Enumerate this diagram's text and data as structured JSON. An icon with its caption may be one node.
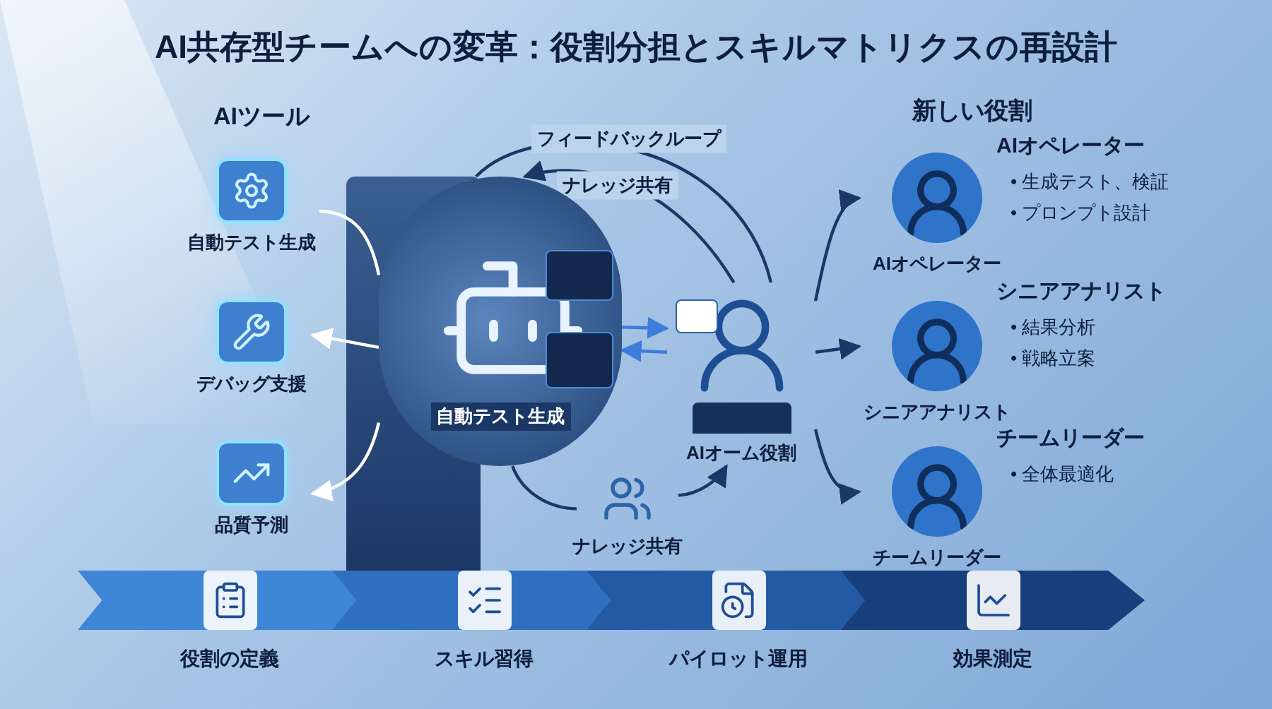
{
  "diagram": {
    "title": "AI共存型チームへの変革：役割分担とスキルマトリクスの再設計",
    "nodes": [
      {
        "text": [
          "自動テスト生成"
        ]
      },
      {
        "text": [
          "デバッグ支援"
        ]
      },
      {
        "text": [
          "品質予測"
        ]
      },
      {
        "text": [
          "自動テスト生成"
        ]
      },
      {
        "text": [
          "AIオーム役割"
        ]
      },
      {
        "text": [
          "ナレッジ共有"
        ]
      },
      {
        "text": [
          "AIオペレーター"
        ],
        "beside": [
          "AIオペレーター",
          "• 生成テスト、検証",
          "• プロンプト設計"
        ]
      },
      {
        "text": [
          "シニアアナリスト"
        ],
        "beside": [
          "シニアアナリスト",
          "• 結果分析",
          "• 戦略立案"
        ]
      },
      {
        "text": [
          "チームリーダー"
        ],
        "beside": [
          "チームリーダー",
          "• 全体最適化"
        ]
      },
      {
        "text": [
          "役割の定義"
        ]
      },
      {
        "text": [
          "スキル習得"
        ]
      },
      {
        "text": [
          "パイロット運用"
        ]
      },
      {
        "text": [
          "効果測定"
        ]
      }
    ],
    "edges": [
      {
        "from": 0,
        "to": 3,
        "arrow": "none",
        "color": "#ffffff"
      },
      {
        "from": 3,
        "to": 1,
        "arrow": "to",
        "color": "#ffffff"
      },
      {
        "from": 3,
        "to": 2,
        "arrow": "to",
        "color": "#ffffff"
      },
      {
        "from": 4,
        "to": 3,
        "arrow": "none",
        "label": "フィードバックループ"
      },
      {
        "from": 4,
        "to": 3,
        "arrow": "to",
        "label": "ナレッジ共有"
      },
      {
        "from": 3,
        "to": 4,
        "arrow": "to",
        "color": "#3b7dd8"
      },
      {
        "from": 4,
        "to": 3,
        "arrow": "to",
        "color": "#3b7dd8"
      },
      {
        "from": 3,
        "to": 5,
        "arrow": "none"
      },
      {
        "from": 5,
        "to": 4,
        "arrow": "to"
      },
      {
        "from": 4,
        "to": 6,
        "arrow": "to"
      },
      {
        "from": 4,
        "to": 7,
        "arrow": "to"
      },
      {
        "from": 4,
        "to": 8,
        "arrow": "to"
      }
    ],
    "labels": [
      "AIツール",
      "新しい役割"
    ]
  }
}
